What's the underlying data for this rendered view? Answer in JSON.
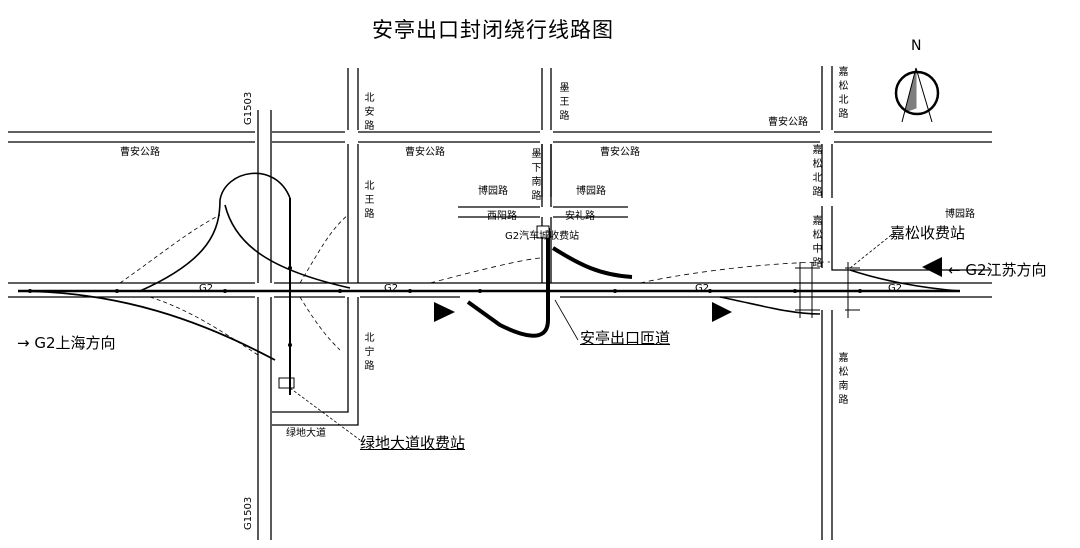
{
  "title": "安亭出口封闭绕行线路图",
  "compass": {
    "label": "N"
  },
  "roads": {
    "caoan_left": "曹安公路",
    "caoan_mid": "曹安公路",
    "caoan_mid2": "曹安公路",
    "caoan_right": "曹安公路",
    "g1503_top": "G1503",
    "g1503_bottom": "G1503",
    "beiwang_top": "北安路",
    "beiwang_mid": "北王路",
    "beiwang_bottom": "北宁路",
    "moyu_north": "墨王路",
    "moyu_south": "墨下南路",
    "boyuan_1": "博园路",
    "boyuan_2": "博园路",
    "boyuan_3": "博园路",
    "xiyang": "西阳路",
    "anli": "安礼路",
    "jiasong_north_top": "嘉松北路",
    "jiasong_north": "嘉松北路",
    "jiasong_mid": "嘉松中路",
    "jiasong_south": "嘉松南路",
    "lvdi": "绿地大道",
    "g2_1": "G2",
    "g2_2": "G2",
    "g2_3": "G2",
    "g2_4": "G2"
  },
  "labels": {
    "jiasong_toll": "嘉松收费站",
    "to_jiangsu": "← G2江苏方向",
    "to_shanghai": "→ G2上海方向",
    "anting_ramp": "安亭出口匝道",
    "lvdi_toll": "绿地大道收费站",
    "g2_car_city_toll": "G2汽车城收费站"
  }
}
